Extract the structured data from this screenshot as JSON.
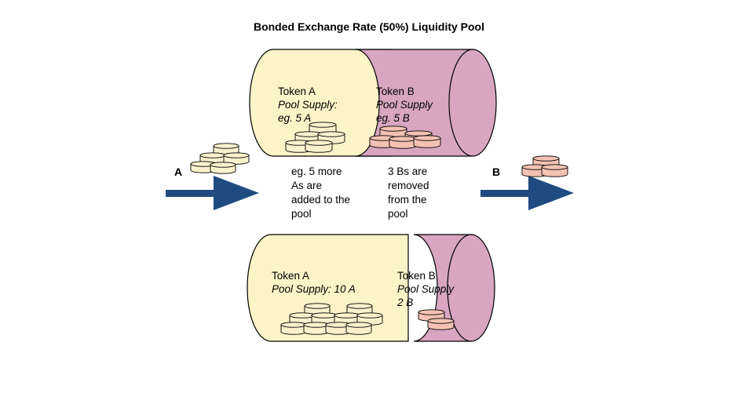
{
  "title": "Bonded Exchange Rate (50%) Liquidity Pool",
  "colors": {
    "token_a_fill": "#fdf3c8",
    "token_b_fill": "#d8a6c0",
    "coin_a": "#fcf1cc",
    "coin_b": "#f3c2b4",
    "arrow": "#1f4b80",
    "outline": "#000000"
  },
  "top_pool": {
    "token_a": {
      "name": "Token A",
      "supply_label": "Pool Supply:",
      "supply_value": "eg. 5 A"
    },
    "token_b": {
      "name": "Token B",
      "supply_label": "Pool Supply",
      "supply_value": "eg. 5 B"
    }
  },
  "bottom_pool": {
    "token_a": {
      "name": "Token A",
      "supply_label": "Pool Supply: 10 A"
    },
    "token_b": {
      "name": "Token B",
      "supply_label": "Pool Supply",
      "supply_value": "2 B"
    }
  },
  "input": {
    "label": "A",
    "note": [
      "eg. 5 more",
      "As are",
      "added to the",
      "pool"
    ]
  },
  "output": {
    "label": "B",
    "note": [
      "3 Bs are",
      "removed",
      "from the",
      "pool"
    ]
  }
}
